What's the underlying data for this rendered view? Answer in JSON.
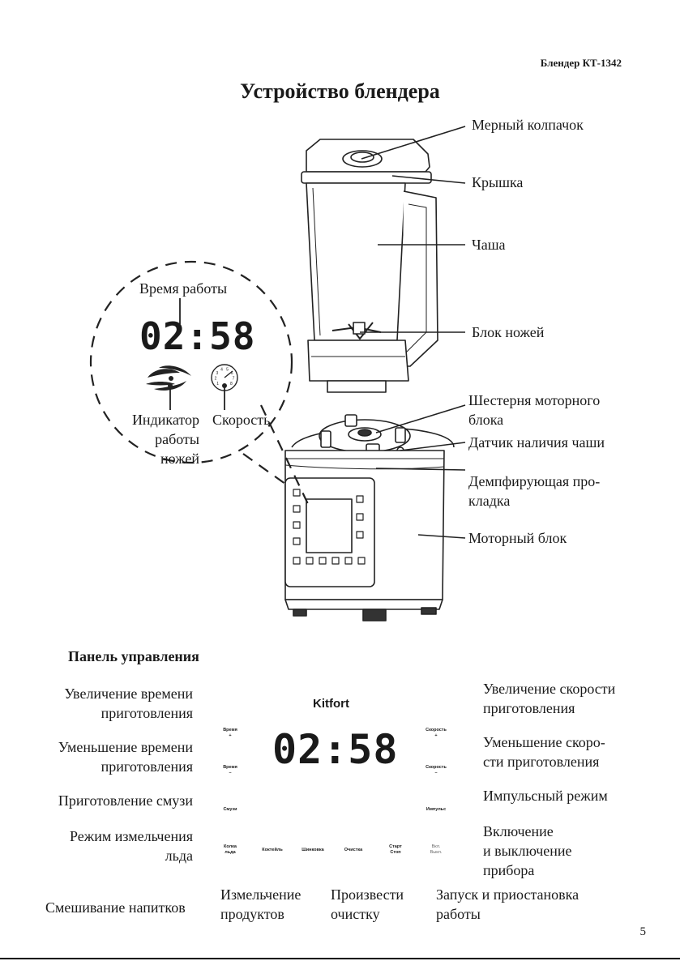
{
  "header": {
    "model": "Блендер КТ-1342"
  },
  "title": "Устройство блендера",
  "diagram_labels": {
    "measuring_cap": "Мерный колпачок",
    "lid": "Крышка",
    "bowl": "Чаша",
    "blade_block": "Блок ножей",
    "motor_gear_1": "Шестерня моторного",
    "motor_gear_2": "блока",
    "bowl_sensor": "Датчик наличия чаши",
    "damper_1": "Демпфирующая про-",
    "damper_2": "кладка",
    "motor_unit": "Моторный блок"
  },
  "zoom": {
    "work_time": "Время работы",
    "display_time": "02:58",
    "knife_indicator_1": "Индикатор",
    "knife_indicator_2": "работы",
    "knife_indicator_3": "ножей",
    "speed": "Скорость",
    "speed_digits": [
      "1",
      "2",
      "3",
      "4",
      "5",
      "6",
      "7",
      "8"
    ]
  },
  "panel_section": "Панель управления",
  "panel": {
    "brand": "Kitfort",
    "display_time": "02:58",
    "buttons": {
      "time_plus_1": "Время",
      "time_plus_2": "+",
      "time_minus_1": "Время",
      "time_minus_2": "–",
      "smoothie": "Смузи",
      "ice_1": "Колка",
      "ice_2": "льда",
      "cocktail": "Коктейль",
      "chopper": "Шинковка",
      "clean": "Очистка",
      "start_1": "Старт",
      "start_2": "Стоп",
      "power_1": "Вкл.",
      "power_2": "Выкл.",
      "speed_plus_1": "Скорость",
      "speed_plus_2": "+",
      "speed_minus_1": "Скорость",
      "speed_minus_2": "–",
      "pulse": "Импульс"
    }
  },
  "panel_labels": {
    "time_inc_1": "Увеличение времени",
    "time_inc_2": "приготовления",
    "time_dec_1": "Уменьшение времени",
    "time_dec_2": "приготовления",
    "smoothie": "Приготовление смузи",
    "ice_1": "Режим измельчения",
    "ice_2": "льда",
    "drinks": "Смешивание напитков",
    "chop_1": "Измельчение",
    "chop_2": "продуктов",
    "clean_1": "Произвести",
    "clean_2": "очистку",
    "start_1": "Запуск и приостановка",
    "start_2": "работы",
    "speed_inc_1": "Увеличение скорости",
    "speed_inc_2": "приготовления",
    "speed_dec_1": "Уменьшение скоро-",
    "speed_dec_2": "сти приготовления",
    "pulse": "Импульсный режим",
    "power_1": "Включение",
    "power_2": "и выключение",
    "power_3": "прибора"
  },
  "page_number": "5"
}
